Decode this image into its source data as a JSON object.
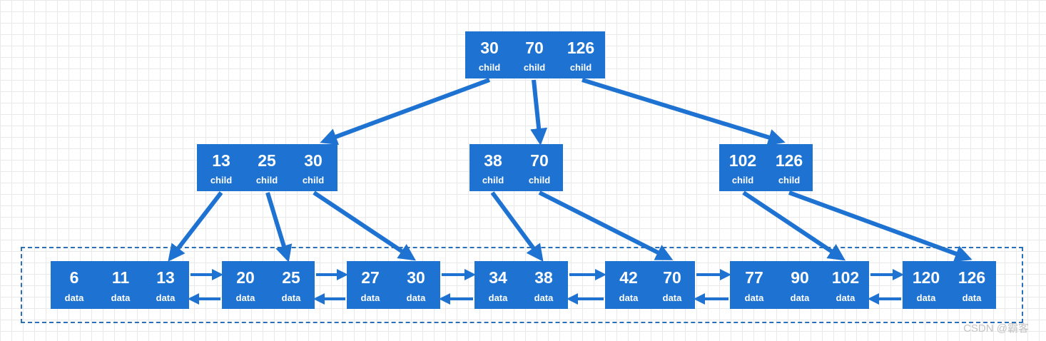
{
  "colors": {
    "node": "#1e73d2",
    "edge": "#1e73d2",
    "region_border": "#2a6fb8",
    "grid": "#e9e9e9"
  },
  "root": {
    "keys": [
      "30",
      "70",
      "126"
    ],
    "pointers": [
      "child",
      "child",
      "child"
    ]
  },
  "internal": [
    {
      "keys": [
        "13",
        "25",
        "30"
      ],
      "pointers": [
        "child",
        "child",
        "child"
      ]
    },
    {
      "keys": [
        "38",
        "70"
      ],
      "pointers": [
        "child",
        "child"
      ]
    },
    {
      "keys": [
        "102",
        "126"
      ],
      "pointers": [
        "child",
        "child"
      ]
    }
  ],
  "leaves": [
    {
      "keys": [
        "6",
        "11",
        "13"
      ],
      "pointers": [
        "data",
        "data",
        "data"
      ]
    },
    {
      "keys": [
        "20",
        "25"
      ],
      "pointers": [
        "data",
        "data"
      ]
    },
    {
      "keys": [
        "27",
        "30"
      ],
      "pointers": [
        "data",
        "data"
      ]
    },
    {
      "keys": [
        "34",
        "38"
      ],
      "pointers": [
        "data",
        "data"
      ]
    },
    {
      "keys": [
        "42",
        "70"
      ],
      "pointers": [
        "data",
        "data"
      ]
    },
    {
      "keys": [
        "77",
        "90",
        "102"
      ],
      "pointers": [
        "data",
        "data",
        "data"
      ]
    },
    {
      "keys": [
        "120",
        "126"
      ],
      "pointers": [
        "data",
        "data"
      ]
    }
  ],
  "watermark": "CSDN @霸客"
}
